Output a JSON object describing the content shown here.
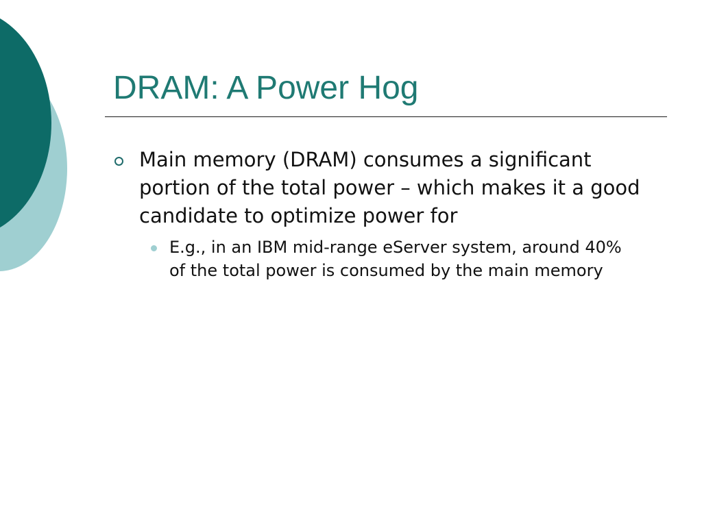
{
  "slide": {
    "title": "DRAM: A Power Hog",
    "bullets": [
      {
        "text": "Main memory (DRAM) consumes a significant portion of the total power – which makes it a good candidate to optimize power for",
        "sub_bullets": [
          {
            "text": "E.g., in an IBM mid-range eServer system, around 40% of the total power is consumed by the main memory"
          }
        ]
      }
    ]
  },
  "colors": {
    "title": "#1f7a73",
    "dark_teal": "#0d6b67",
    "light_teal": "#9fcfd1",
    "sub_bullet_dot": "#9fcfd1"
  }
}
